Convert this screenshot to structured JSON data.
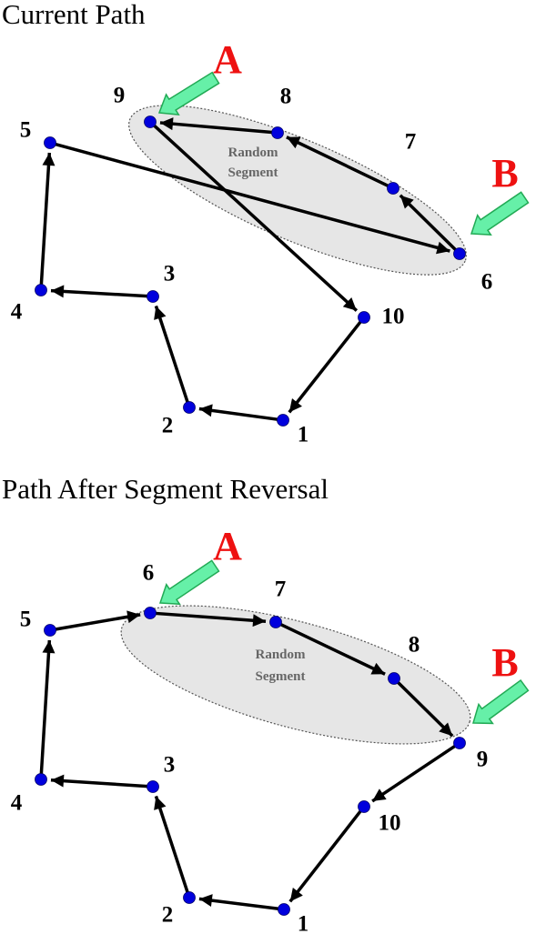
{
  "colors": {
    "node": "#0000dd",
    "edge": "#000000",
    "marker_text": "#ee1111",
    "pointer_fill": "#66f0a8",
    "pointer_stroke": "#22aa55",
    "segment_fill": "#e6e6e6"
  },
  "icons": {
    "pointer": "green-arrow-icon",
    "node": "dot-icon"
  },
  "marker_a": "A",
  "marker_b": "B",
  "segment_label": [
    "Random",
    "Segment"
  ],
  "panels": [
    {
      "id": "current",
      "title": "Current Path",
      "path": [
        "1",
        "2",
        "3",
        "4",
        "5",
        "6",
        "7",
        "8",
        "9",
        "10"
      ],
      "nodes": [
        "1",
        "2",
        "3",
        "4",
        "5",
        "6",
        "7",
        "8",
        "9",
        "10"
      ],
      "segment": [
        "9",
        "8",
        "7",
        "6"
      ],
      "a_points_to": "9",
      "b_points_to": "6"
    },
    {
      "id": "reversed",
      "title": "Path After Segment Reversal",
      "path": [
        "1",
        "2",
        "3",
        "4",
        "5",
        "6",
        "7",
        "8",
        "9",
        "10"
      ],
      "nodes": [
        "1",
        "2",
        "3",
        "4",
        "5",
        "6",
        "7",
        "8",
        "9",
        "10"
      ],
      "segment": [
        "6",
        "7",
        "8",
        "9"
      ],
      "a_points_to": "6",
      "b_points_to": "9"
    }
  ]
}
